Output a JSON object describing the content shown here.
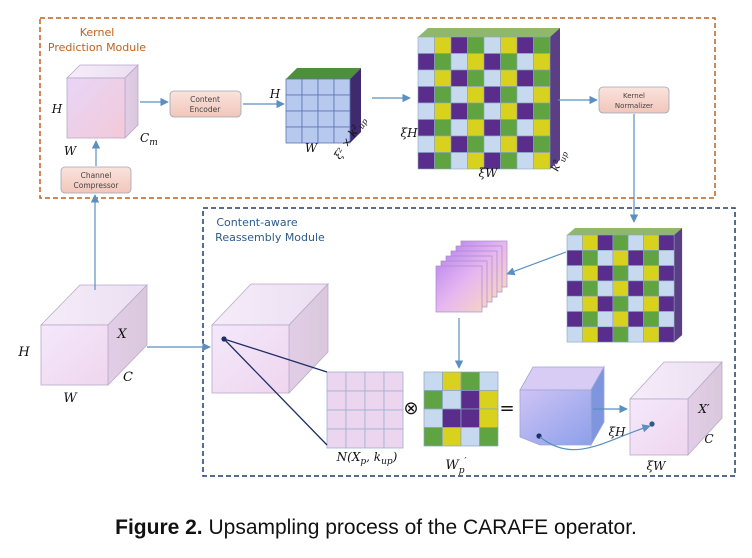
{
  "kernel_module": {
    "title_line1": "Kernel",
    "title_line2": "Prediction Module",
    "channel_compressor_line1": "Channel",
    "channel_compressor_line2": "Compressor",
    "content_encoder_line1": "Content",
    "content_encoder_line2": "Encoder",
    "kernel_normalizer_line1": "Kernel",
    "kernel_normalizer_line2": "Normalizer",
    "cube_h": "H",
    "cube_w": "W",
    "cube_c": "C",
    "cube_c_sub": "m",
    "enc_h": "H",
    "enc_w": "W",
    "enc_depth_label": "ξ² × k²",
    "enc_depth_sub": "up",
    "grid_h": "ξH",
    "grid_w": "ξW",
    "grid_depth": "k²",
    "grid_depth_sub": "up"
  },
  "reassembly_module": {
    "title_line1": "Content-aware",
    "title_line2": "Reassembly Module",
    "neighborhood_label": "N(X",
    "neighborhood_sub": "p",
    "neighborhood_rest": ", k",
    "neighborhood_sub2": "up",
    "neighborhood_close": ")",
    "kernel_label": "W",
    "kernel_sub": "p",
    "kernel_sup": "′",
    "otimes": "⊗",
    "equals": "=",
    "out_h": "ξH",
    "out_w": "ξW",
    "out_x": "X′",
    "out_c": "C"
  },
  "input": {
    "h": "H",
    "w": "W",
    "x": "X",
    "c": "C"
  },
  "caption": {
    "bold": "Figure 2.",
    "text": " Upsampling process of the CARAFE operator."
  },
  "colors": {
    "kpm_border": "#c0601c",
    "carm_border": "#1f3d6b",
    "module_title_kpm": "#c0601c",
    "module_title_carm": "#2e5a8a",
    "arrow": "#5b8fc0",
    "box_fill": "#f8d9d2",
    "green": "#5fa441",
    "yellow": "#d8d21e",
    "purple": "#5a2d8c",
    "lightblue": "#c7d9ef"
  }
}
